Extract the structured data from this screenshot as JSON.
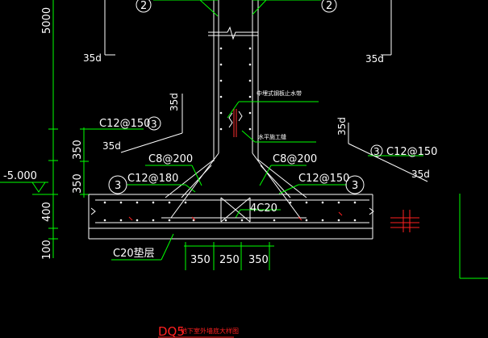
{
  "colors": {
    "background": "#000000",
    "rebar": "#ffffff",
    "leader": "#00ff00",
    "dimension": "#00ff00",
    "concrete_outline": "#ffffff",
    "title": "#ff2020",
    "cut_line": "#ff0000",
    "tie": "#ff0000"
  },
  "labels": {
    "bubble_top_left": "2",
    "bubble_top_right": "2",
    "anchor_35d_top_left": "35d",
    "anchor_35d_top_right": "35d",
    "rebar_c12_150_left": "C12@150",
    "bubble_3_upper_left": "3",
    "anchor_35d_vertical_upper": "35d",
    "anchor_35d_left": "35d",
    "note_waterproof_bar": "中埋式钢板止水带",
    "note_construction_joint": "水平施工缝",
    "rebar_c8_200_left": "C8@200",
    "rebar_c8_200_right": "C8@200",
    "anchor_35d_vertical_right": "35d",
    "bubble_3_right": "3",
    "rebar_c12_150_right": "C12@150",
    "anchor_35d_right": "35d",
    "bubble_3_left": "3",
    "rebar_c12_180": "C12@180",
    "rebar_c12_150_slab": "C12@150",
    "bubble_3_slab_right": "3",
    "rebar_4c20": "4C20",
    "cushion_c20": "C20垫层",
    "elevation": "-5.000"
  },
  "dimensions": {
    "vertical": [
      "5000",
      "350",
      "350",
      "400",
      "100"
    ],
    "horizontal": [
      "350",
      "250",
      "350"
    ]
  },
  "title": {
    "code": "DQ5",
    "subtitle": "地下室外墙底大样图"
  }
}
